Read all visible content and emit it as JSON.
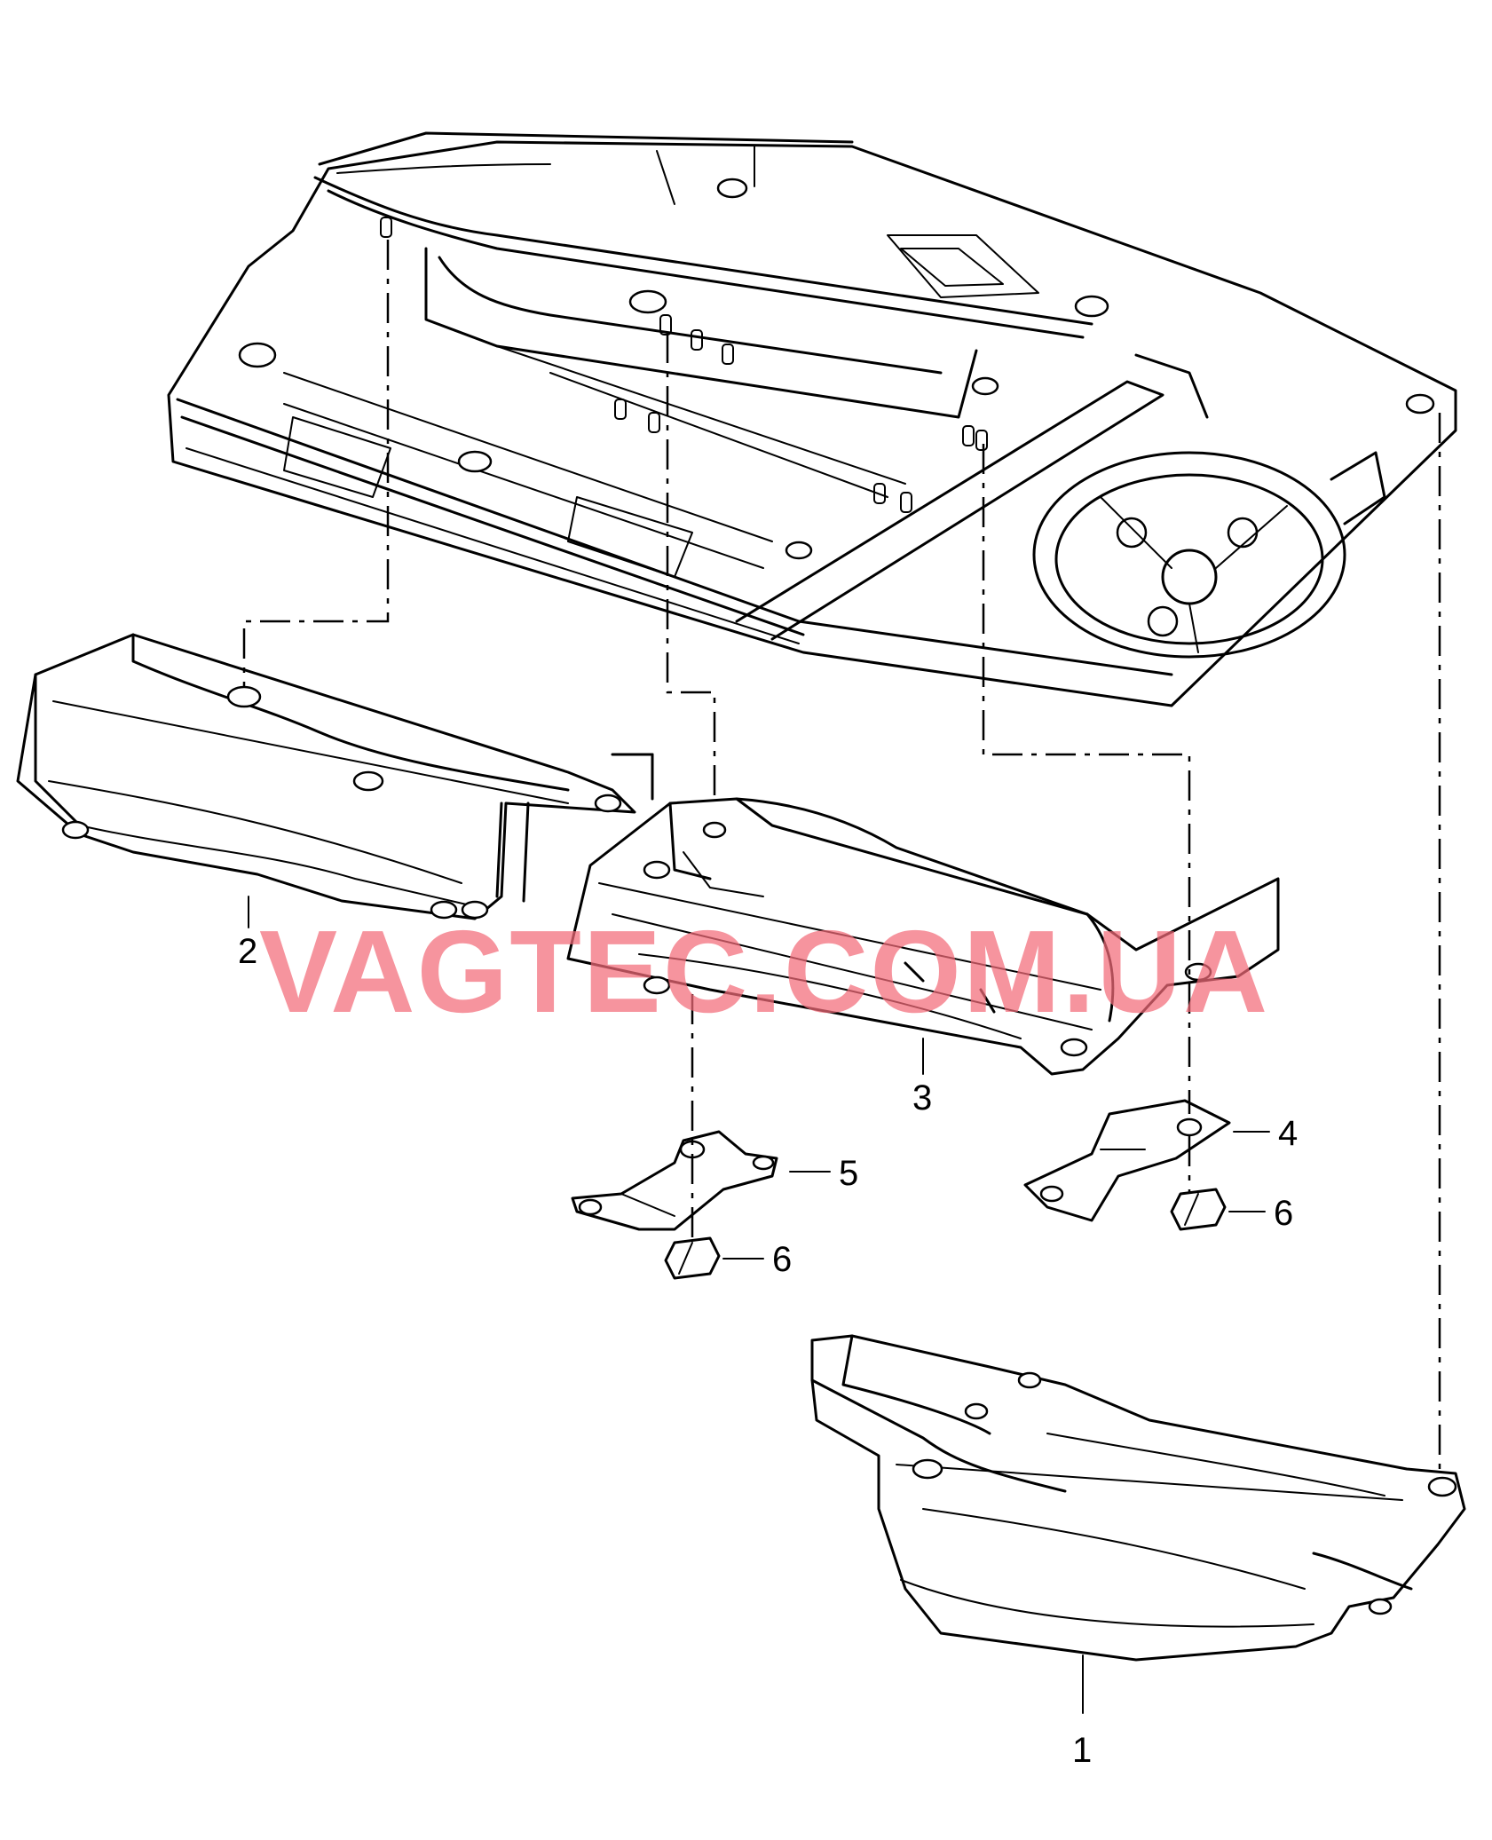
{
  "watermark": "VAGTEC.COM.UA",
  "callouts": [
    {
      "id": "1",
      "label": "1"
    },
    {
      "id": "2",
      "label": "2"
    },
    {
      "id": "3",
      "label": "3"
    },
    {
      "id": "4",
      "label": "4"
    },
    {
      "id": "5",
      "label": "5"
    },
    {
      "id": "6a",
      "label": "6"
    },
    {
      "id": "6b",
      "label": "6"
    }
  ],
  "colors": {
    "line": "#000000",
    "watermark": "#f26b79",
    "background": "#ffffff"
  }
}
